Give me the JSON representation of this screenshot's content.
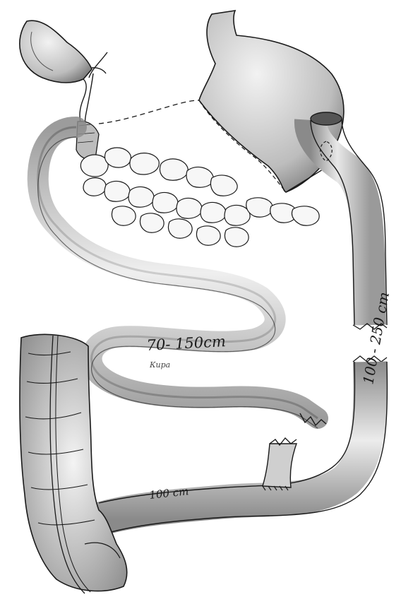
{
  "labels": {
    "jejunal_limb": "70- 150cm",
    "alimentary_limb": "100 - 250 cm",
    "common_channel": "100 cm",
    "signature": "Кира"
  },
  "colors": {
    "ink": "#1a1a1a",
    "shade_dark": "#6e6e6e",
    "shade_mid": "#a8a8a8",
    "shade_light": "#e4e4e4",
    "paper": "#ffffff"
  }
}
